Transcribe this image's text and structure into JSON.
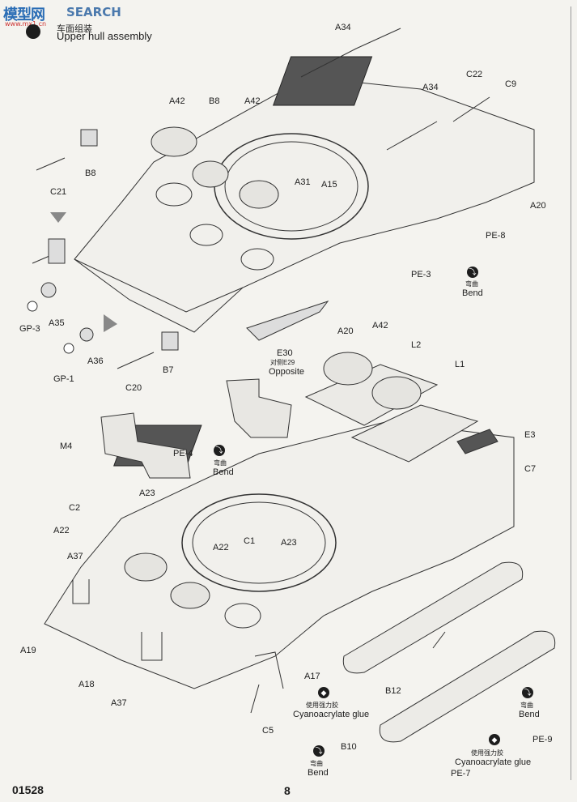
{
  "watermark": {
    "cn": "模型网",
    "en": "SEARCH",
    "url": "www.mx1.cn"
  },
  "step": {
    "title_cn": "车面组装",
    "title_en": "Upper hull assembly"
  },
  "labels": {
    "A34a": "A34",
    "A34b": "A34",
    "A42a": "A42",
    "B8a": "B8",
    "A42b": "A42",
    "C22": "C22",
    "C9": "C9",
    "A31": "A31",
    "A15": "A15",
    "A20a": "A20",
    "PE8": "PE-8",
    "PE3": "PE-3",
    "B8b": "B8",
    "C21": "C21",
    "GP3": "GP-3",
    "A35": "A35",
    "A36": "A36",
    "GP1": "GP-1",
    "C20": "C20",
    "B7": "B7",
    "A20b": "A20",
    "E30": "E30",
    "E29": "对侧E29",
    "Opposite": "Opposite",
    "A42c": "A42",
    "L2": "L2",
    "L1": "L1",
    "E3": "E3",
    "C7": "C7",
    "M4": "M4",
    "PE4": "PE-4",
    "C2": "C2",
    "A23a": "A23",
    "A22a": "A22",
    "C1": "C1",
    "A22b": "A22",
    "A23b": "A23",
    "A37a": "A37",
    "A19": "A19",
    "A18": "A18",
    "A37b": "A37",
    "A17": "A17",
    "C5": "C5",
    "B12": "B12",
    "B10": "B10",
    "PE9": "PE-9",
    "PE7": "PE-7"
  },
  "notes": {
    "bend_cn": "弯曲",
    "bend_en": "Bend",
    "glue_cn": "使用强力胶",
    "glue_en": "Cyanoacrylate glue"
  },
  "footer": {
    "code": "01528",
    "page": "8"
  }
}
